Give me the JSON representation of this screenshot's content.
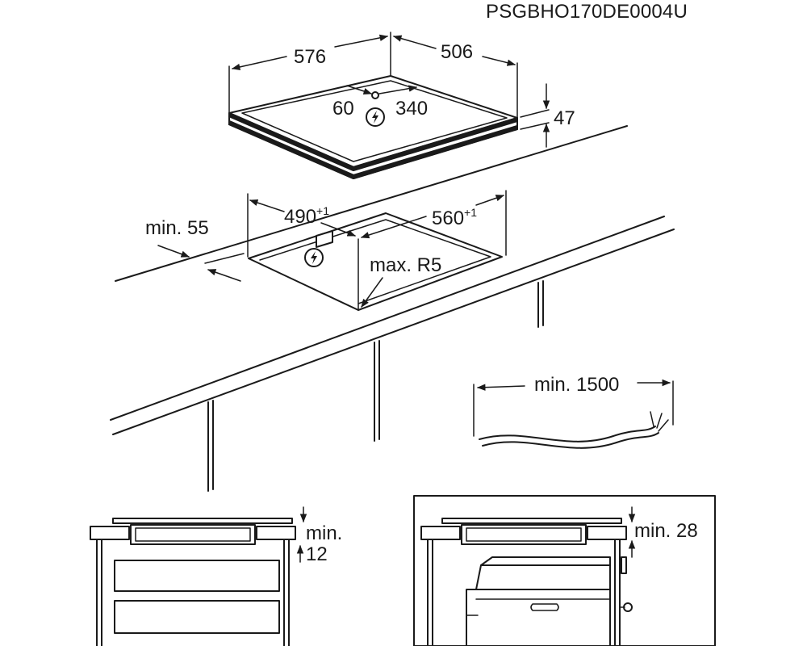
{
  "product_code": "PSGBHO170DE0004U",
  "hob_dimensions": {
    "width": "576",
    "depth": "506",
    "height": "47",
    "connection_offset_left": "60",
    "connection_offset_right": "340"
  },
  "cutout_dimensions": {
    "depth_value": "490",
    "depth_tolerance": "+1",
    "width_value": "560",
    "width_tolerance": "+1",
    "min_edge_distance": "min. 55",
    "max_radius": "max. R5"
  },
  "cable": {
    "min_length": "min. 1500"
  },
  "installation_clearances": {
    "drawer_min_label": "min.",
    "drawer_min_value": "12",
    "oven_min": "min. 28"
  },
  "icons": [
    "electrical-hazard-icon"
  ]
}
